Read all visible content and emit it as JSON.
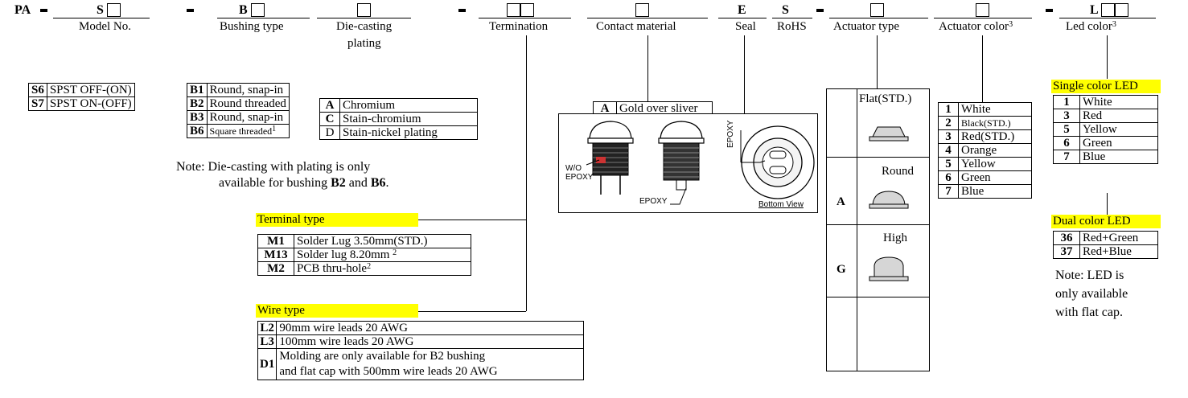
{
  "part_prefix": "PA",
  "fields": {
    "model": {
      "code": "S",
      "label": "Model No."
    },
    "bushing": {
      "code": "B",
      "label": "Bushing type"
    },
    "diecast": {
      "label_line1": "Die-casting",
      "label_line2": "plating"
    },
    "termination": {
      "label": "Termination"
    },
    "contact": {
      "label": "Contact material"
    },
    "seal": {
      "code": "E",
      "label": "Seal"
    },
    "rohs": {
      "code": "S",
      "label": "RoHS"
    },
    "actuator": {
      "label": "Actuator type"
    },
    "actuator_color": {
      "label": "Actuator color",
      "sup": "3"
    },
    "led": {
      "code": "L",
      "label": "Led color",
      "sup": "3"
    }
  },
  "model_options": [
    {
      "code": "S6",
      "desc": "SPST OFF-(ON)"
    },
    {
      "code": "S7",
      "desc": "SPST ON-(OFF)"
    }
  ],
  "bushing_options": [
    {
      "code": "B1",
      "desc": "Round, snap-in",
      "sup": ""
    },
    {
      "code": "B2",
      "desc": "Round threaded",
      "sup": ""
    },
    {
      "code": "B3",
      "desc": "Round, snap-in",
      "sup": ""
    },
    {
      "code": "B6",
      "desc": "Square threaded",
      "sup": "1"
    }
  ],
  "plating_options": [
    {
      "code": "A",
      "desc": "Chromium"
    },
    {
      "code": "C",
      "desc": "Stain-chromium"
    },
    {
      "code": "D",
      "desc": "Stain-nickel plating"
    }
  ],
  "plating_note": {
    "line1": "Note: Die-casting with plating is only",
    "line2_pre": "available for bushing ",
    "b2": "B2",
    "and": " and ",
    "b6": "B6",
    "dot": "."
  },
  "contact_options": [
    {
      "code": "A",
      "desc": "Gold over sliver"
    }
  ],
  "seal_image_labels": {
    "wo_epoxy_1": "W/O",
    "wo_epoxy_2": "EPOXY",
    "epoxy_mid": "EPOXY",
    "epoxy_vert": "EPOXY",
    "bottom_view": "Bottom View"
  },
  "terminal_type": {
    "header": "Terminal type",
    "rows": [
      {
        "code": "M1",
        "desc": "Solder Lug 3.50mm(STD.)",
        "sup": ""
      },
      {
        "code": "M13",
        "desc": "Solder lug 8.20mm",
        "sup": "2"
      },
      {
        "code": "M2",
        "desc": "PCB thru-hole",
        "sup": "2"
      }
    ]
  },
  "wire_type": {
    "header": "Wire type",
    "rows": [
      {
        "code": "L2",
        "desc": "90mm wire leads 20 AWG"
      },
      {
        "code": "L3",
        "desc": "100mm wire leads 20 AWG"
      },
      {
        "code": "D1",
        "desc1": "Molding are only available for B2 bushing",
        "desc2": "and flat cap with 500mm wire leads 20 AWG"
      }
    ]
  },
  "actuator_options": [
    {
      "code": "",
      "label": "Flat(STD.)"
    },
    {
      "code": "A",
      "label": "Round"
    },
    {
      "code": "G",
      "label": "High"
    }
  ],
  "actuator_colors": [
    {
      "code": "1",
      "desc": "White"
    },
    {
      "code": "2",
      "desc": "Black(STD.)"
    },
    {
      "code": "3",
      "desc": "Red(STD.)"
    },
    {
      "code": "4",
      "desc": "Orange"
    },
    {
      "code": "5",
      "desc": "Yellow"
    },
    {
      "code": "6",
      "desc": "Green"
    },
    {
      "code": "7",
      "desc": "Blue"
    }
  ],
  "single_led": {
    "header": "Single color LED",
    "rows": [
      {
        "code": "1",
        "desc": "White"
      },
      {
        "code": "3",
        "desc": "Red"
      },
      {
        "code": "5",
        "desc": "Yellow"
      },
      {
        "code": "6",
        "desc": "Green"
      },
      {
        "code": "7",
        "desc": "Blue"
      }
    ]
  },
  "dual_led": {
    "header": "Dual color LED",
    "rows": [
      {
        "code": "36",
        "desc": "Red+Green"
      },
      {
        "code": "37",
        "desc": "Red+Blue"
      }
    ]
  },
  "led_note": {
    "line1": "Note: LED is",
    "line2": "only available",
    "line3": "with flat cap."
  },
  "colors": {
    "highlight": "#ffff00",
    "cap_gray": "#d6d6d6"
  }
}
